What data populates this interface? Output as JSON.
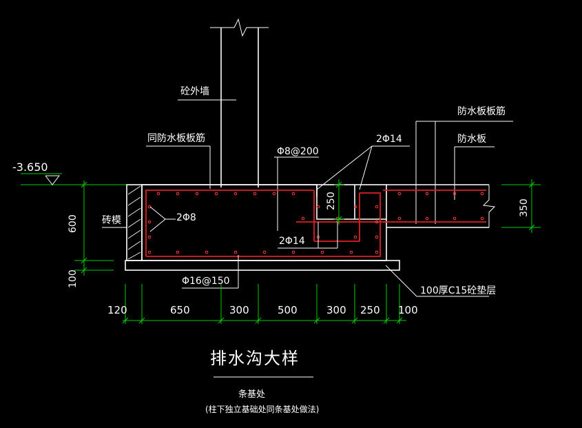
{
  "labels": {
    "elevation": "-3.650",
    "concrete_wall": "砼外墙",
    "same_waterproof_rebar": "同防水板板筋",
    "rebar_top": "Φ8@200",
    "rebar_2phi14_top": "2Φ14",
    "waterproof_rebar": "防水板板筋",
    "waterproof_slab": "防水板",
    "brick_mold": "砖模",
    "rebar_2phi8": "2Φ8",
    "rebar_2phi14_bottom": "2Φ14",
    "rebar_bottom": "Φ16@150",
    "cushion": "100厚C15砼垫层",
    "title": "排水沟大样",
    "subtitle": "条基处",
    "note": "(柱下独立基础处同条基处做法)"
  },
  "dimensions": {
    "d600": "600",
    "d100_left": "100",
    "d250": "250",
    "d350": "350",
    "bottom": [
      "120",
      "650",
      "300",
      "500",
      "300",
      "250",
      "100"
    ]
  },
  "colors": {
    "background": "#000000",
    "lines": "#ffffff",
    "dimensions": "#00d000",
    "rebar": "#e02020"
  }
}
